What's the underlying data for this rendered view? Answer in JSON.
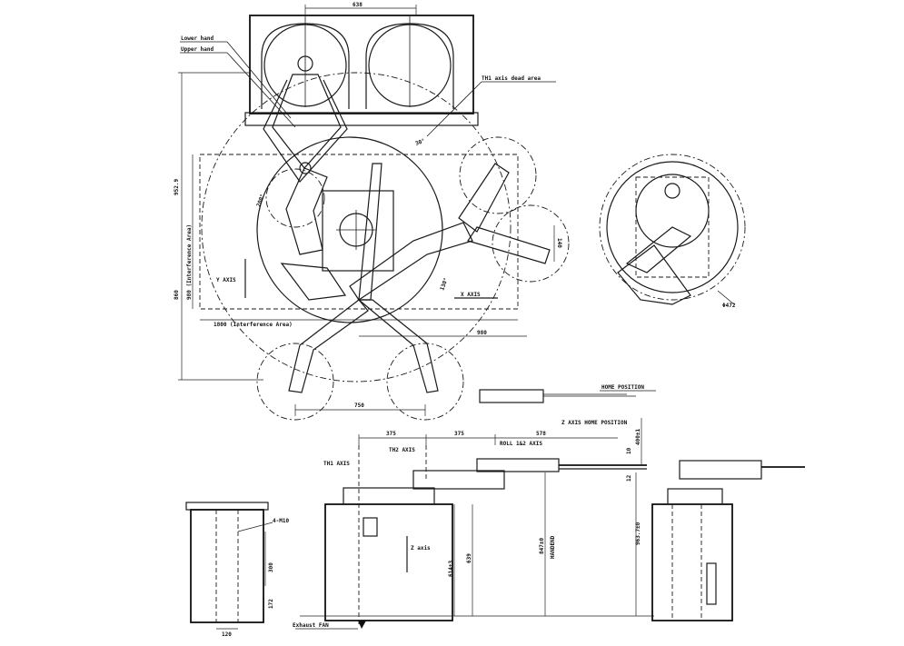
{
  "labels": {
    "lower_hand": "Lower hand",
    "upper_hand": "Upper hand",
    "th1_dead": "TH1 axis dead area",
    "d_638": "638",
    "d_9529": "952.9",
    "d_980int": "980 (Interference Area)",
    "d_860": "860",
    "y_axis": "Y AXIS",
    "d_1800int": "1800 (Interference Area)",
    "x_axis": "X AXIS",
    "ang_200": "200°",
    "ang_30": "30°",
    "ang_130": "130°",
    "d_980": "980",
    "d_750": "750",
    "d_140": "140",
    "d_472": "Φ472",
    "home_position": "HOME POSITION",
    "z_home": "Z AXIS HOME POSITION",
    "d_375a": "375",
    "d_375b": "375",
    "d_578": "578",
    "th1_axis": "TH1 AXIS",
    "th2_axis": "TH2 AXIS",
    "roll": "ROLL 1&2 AXIS",
    "d_400": "400±1",
    "d_10": "10",
    "d_12": "12",
    "d_4m10": "4-M10",
    "d_300": "300",
    "d_172": "172",
    "d_120": "120",
    "z_axis": "Z axis",
    "d_614": "614±3",
    "d_639": "639",
    "d_847": "847±0",
    "handend": "HANDEND",
    "d_9637": "963.7±0",
    "exhaust": "Exhaust FAN"
  }
}
